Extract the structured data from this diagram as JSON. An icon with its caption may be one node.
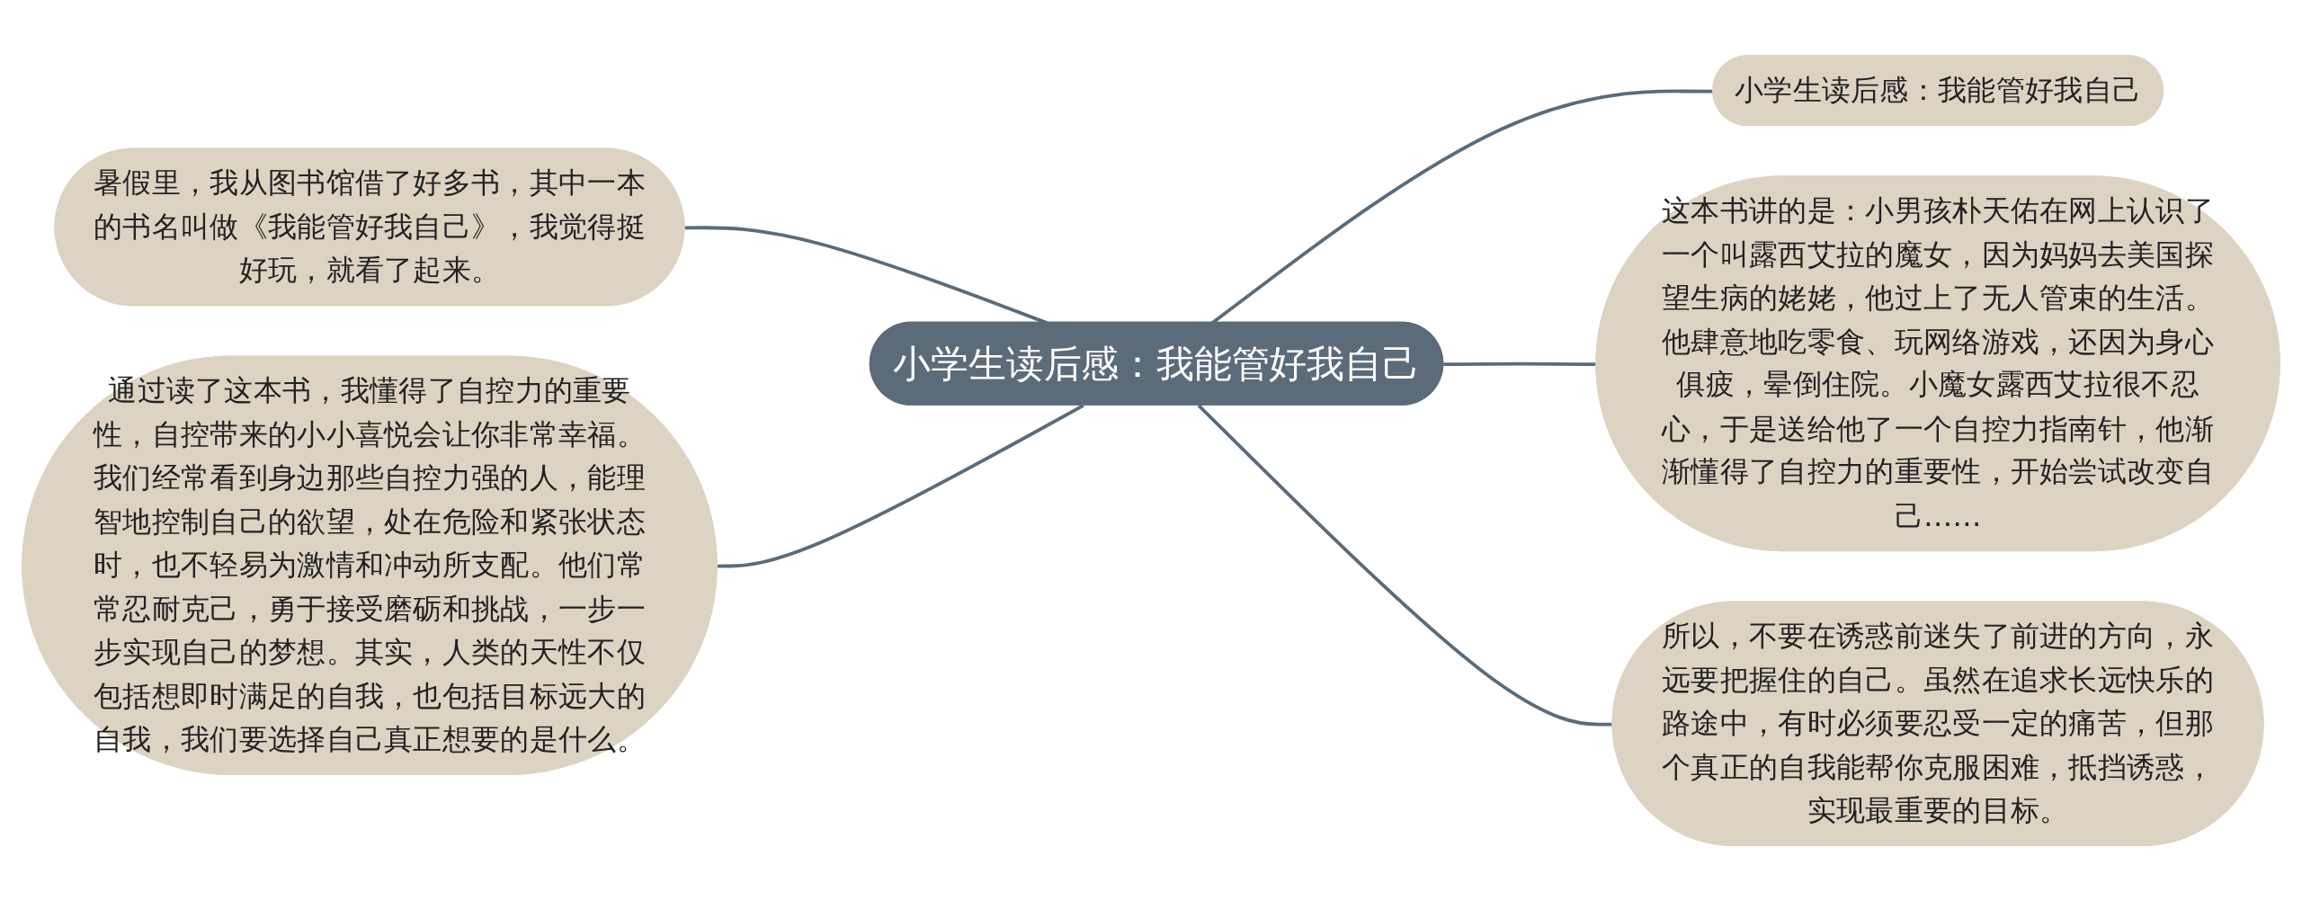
{
  "diagram": {
    "nodes": [
      {
        "text": [
          "小学生读后感：我能管好我自己"
        ]
      },
      {
        "text": [
          "暑假里，我从图书馆借了好多书，其中一本的书名叫做《我能管好我自己》，我觉得挺好玩，就看了起来。"
        ]
      },
      {
        "text": [
          "通过读了这本书，我懂得了自控力的重要性，自控带来的小小喜悦会让你非常幸福。我们经常看到身边那些自控力强的人，能理智地控制自己的欲望，处在危险和紧张状态时，也不轻易为激情和冲动所支配。他们常常忍耐克己，勇于接受磨砺和挑战，一步一步实现自己的梦想。其实，人类的天性不仅包括想即时满足的自我，也包括目标远大的自我，我们要选择自己真正想要的是什么。"
        ]
      },
      {
        "text": [
          "小学生读后感：我能管好我自己"
        ]
      },
      {
        "text": [
          "这本书讲的是：小男孩朴天佑在网上认识了一个叫露西艾拉的魔女，因为妈妈去美国探望生病的姥姥，他过上了无人管束的生活。他肆意地吃零食、玩网络游戏，还因为身心俱疲，晕倒住院。小魔女露西艾拉很不忍心，于是送给他了一个自控力指南针，他渐渐懂得了自控力的重要性，开始尝试改变自己……"
        ]
      },
      {
        "text": [
          "所以，不要在诱惑前迷失了前进的方向，永远要把握住的自己。虽然在追求长远快乐的路途中，有时必须要忍受一定的痛苦，但那个真正的自我能帮你克服困难，抵挡诱惑，实现最重要的目标。"
        ]
      }
    ],
    "edges": [
      {
        "from": 0,
        "to": 1,
        "arrow": "none"
      },
      {
        "from": 0,
        "to": 2,
        "arrow": "none"
      },
      {
        "from": 0,
        "to": 3,
        "arrow": "none"
      },
      {
        "from": 0,
        "to": 4,
        "arrow": "none"
      },
      {
        "from": 0,
        "to": 5,
        "arrow": "none"
      }
    ]
  }
}
